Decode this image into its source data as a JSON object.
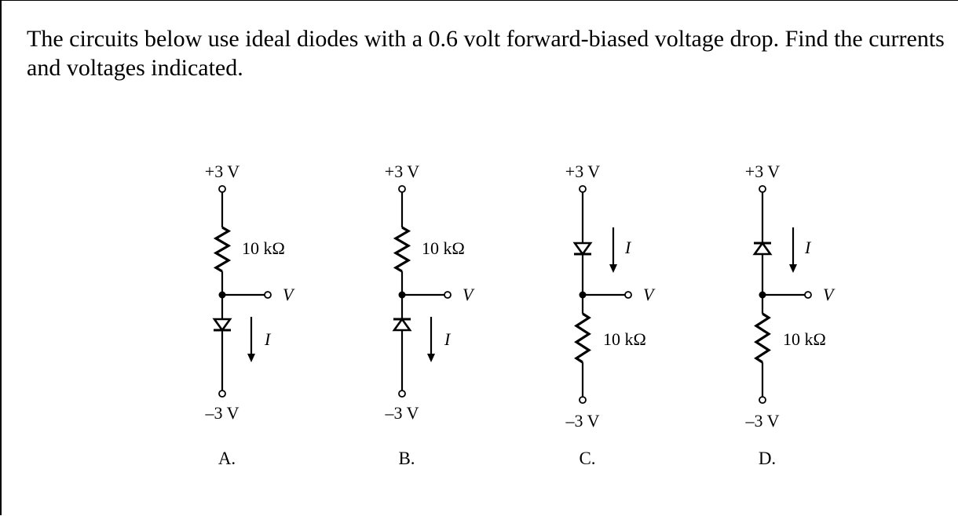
{
  "problem": {
    "text": "The circuits below use ideal diodes with a 0.6 volt forward-biased voltage drop.  Find the currents and voltages indicated."
  },
  "circuits": [
    {
      "id": "A",
      "top_supply": "+3 V",
      "bottom_supply": "–3 V",
      "resistor_label": "10 kΩ",
      "output_label": "V",
      "current_label": "I",
      "caption": "A.",
      "order": [
        "resistor",
        "diode"
      ],
      "diode_direction": "down"
    },
    {
      "id": "B",
      "top_supply": "+3 V",
      "bottom_supply": "–3 V",
      "resistor_label": "10 kΩ",
      "output_label": "V",
      "current_label": "I",
      "caption": "B.",
      "order": [
        "resistor",
        "diode"
      ],
      "diode_direction": "up"
    },
    {
      "id": "C",
      "top_supply": "+3 V",
      "bottom_supply": "–3 V",
      "resistor_label": "10 kΩ",
      "output_label": "V",
      "current_label": "I",
      "caption": "C.",
      "order": [
        "diode",
        "resistor"
      ],
      "diode_direction": "down"
    },
    {
      "id": "D",
      "top_supply": "+3 V",
      "bottom_supply": "–3 V",
      "resistor_label": "10 kΩ",
      "output_label": "V",
      "current_label": "I",
      "caption": "D.",
      "order": [
        "diode",
        "resistor"
      ],
      "diode_direction": "up"
    }
  ]
}
